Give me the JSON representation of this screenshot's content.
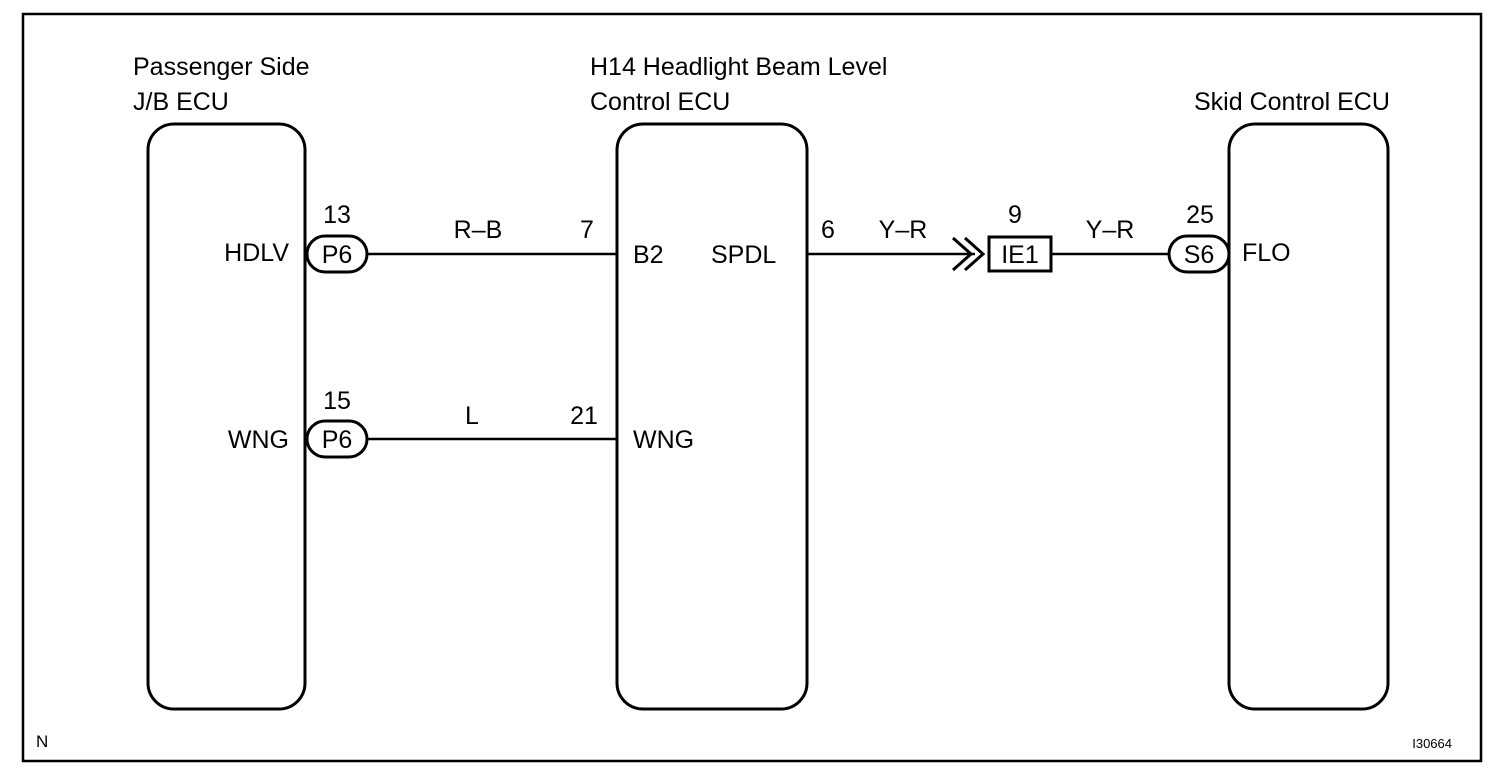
{
  "ecus": {
    "passenger": {
      "title_line1": "Passenger Side",
      "title_line2": "J/B ECU"
    },
    "beam": {
      "title_line1": "H14 Headlight Beam Level",
      "title_line2": "Control ECU"
    },
    "skid": {
      "title_line1": "Skid Control ECU"
    }
  },
  "circuit1": {
    "terminal_hdlv": "HDLV",
    "connector_p6_a": "P6",
    "pin_13": "13",
    "wire_rb": "R–B",
    "pin_7": "7",
    "terminal_b2": "B2"
  },
  "circuit2": {
    "terminal_wng_left": "WNG",
    "connector_p6_b": "P6",
    "pin_15": "15",
    "wire_l": "L",
    "pin_21": "21",
    "terminal_wng_right": "WNG"
  },
  "circuit3": {
    "terminal_spdl": "SPDL",
    "pin_6": "6",
    "wire_yr_1": "Y–R",
    "junction_ie1": "IE1",
    "pin_9": "9",
    "wire_yr_2": "Y–R",
    "pin_25": "25",
    "connector_s6": "S6",
    "terminal_flo": "FLO"
  },
  "footer": {
    "corner_mark": "N",
    "figure_id": "I30664"
  },
  "colors": {
    "ink": "#000000",
    "paper": "#ffffff"
  }
}
